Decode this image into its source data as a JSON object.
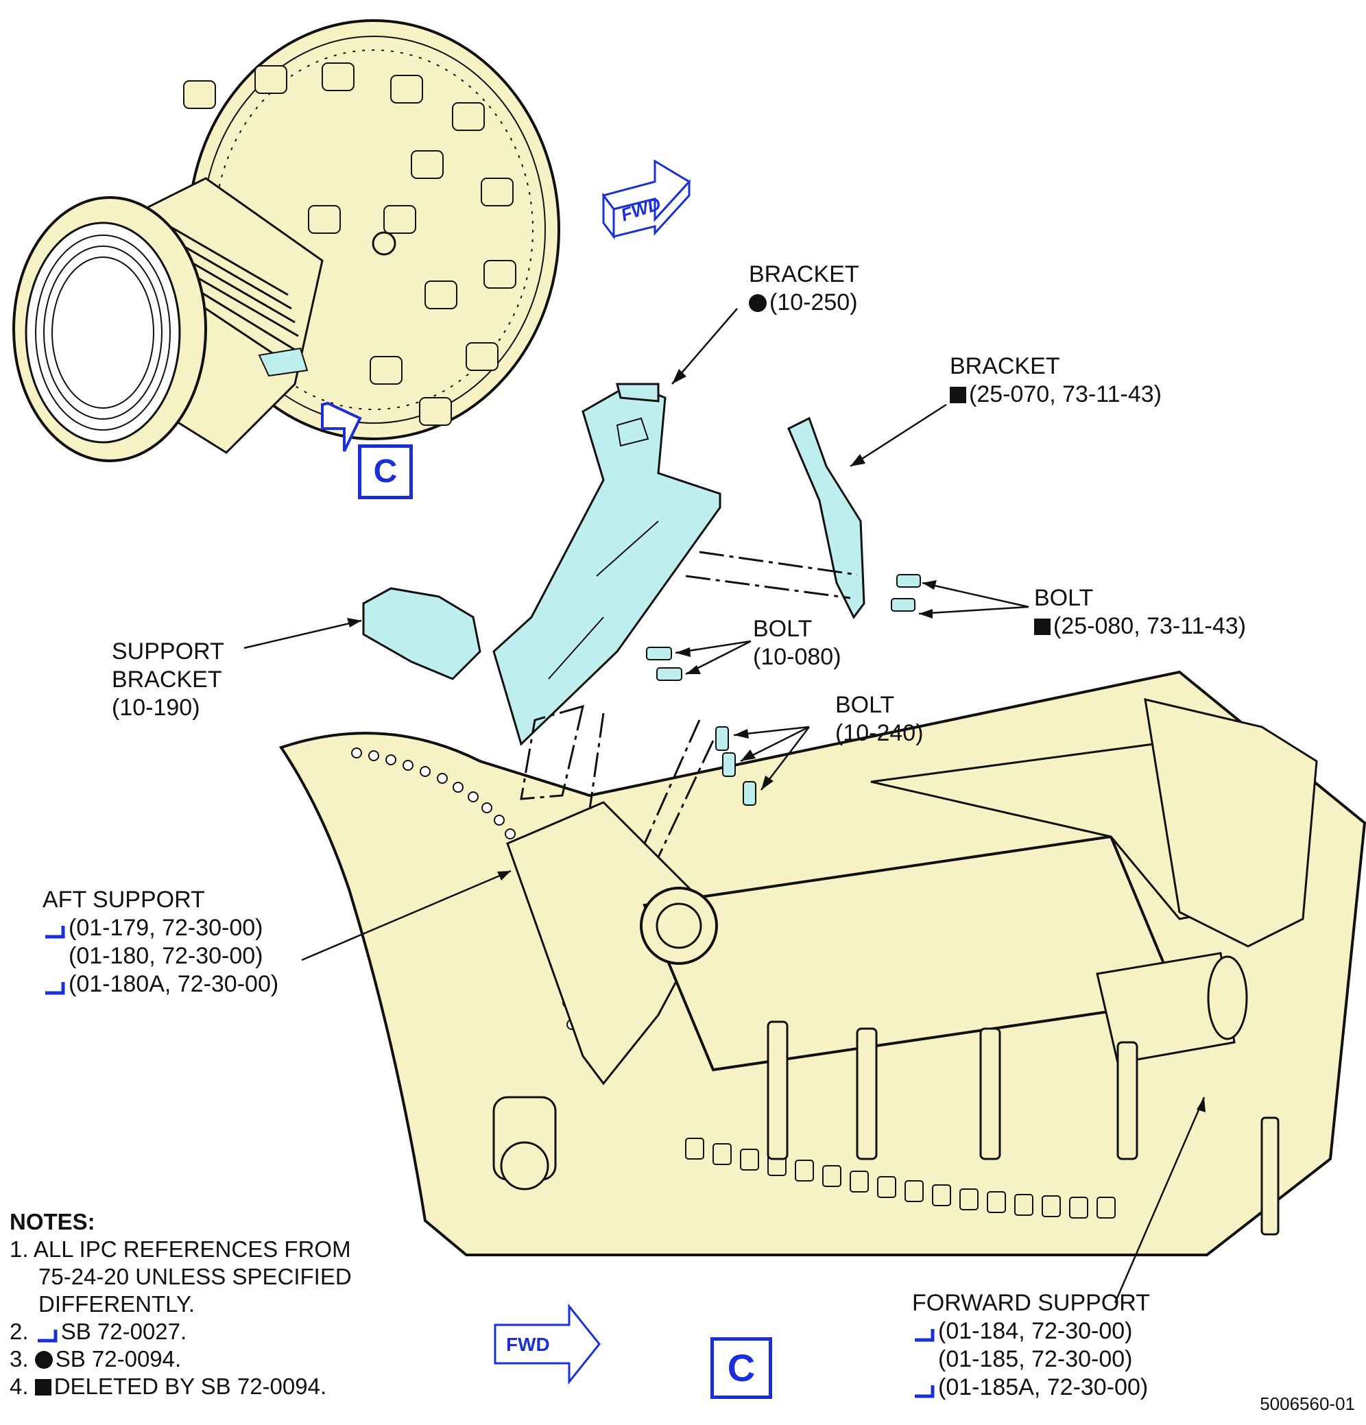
{
  "colors": {
    "engine_fill": "#f7f2c6",
    "part_fill": "#bfeeee",
    "marker_blue": "#1a2fd6",
    "line": "#111111"
  },
  "top_fwd_arrow": {
    "text": "FWD"
  },
  "bottom_fwd_arrow": {
    "text": "FWD"
  },
  "detail_callout_top": {
    "text": "C"
  },
  "detail_callout_bottom": {
    "text": "C"
  },
  "labels": {
    "bracket_1": {
      "line1": "BRACKET",
      "line2": "(10-250)",
      "symbol": "circle"
    },
    "bracket_2": {
      "line1": "BRACKET",
      "line2": "(25-070, 73-11-43)",
      "symbol": "square"
    },
    "bolt_1": {
      "line1": "BOLT",
      "line2": "(25-080, 73-11-43)",
      "symbol": "square"
    },
    "bolt_2": {
      "line1": "BOLT",
      "line2": "(10-080)"
    },
    "bolt_3": {
      "line1": "BOLT",
      "line2": "(10-240)"
    },
    "support_bracket": {
      "line1": "SUPPORT",
      "line2": "BRACKET",
      "line3": "(10-190)"
    },
    "aft_support": {
      "line1": "AFT SUPPORT",
      "line2": "(01-179, 72-30-00)",
      "line3": "(01-180, 72-30-00)",
      "line4": "(01-180A, 72-30-00)"
    },
    "forward_support": {
      "line1": "FORWARD SUPPORT",
      "line2": "(01-184, 72-30-00)",
      "line3": "(01-185, 72-30-00)",
      "line4": "(01-185A, 72-30-00)"
    }
  },
  "notes": {
    "title": "NOTES:",
    "n1_a": "1. ALL IPC REFERENCES FROM",
    "n1_b": "75-24-20 UNLESS SPECIFIED",
    "n1_c": "DIFFERENTLY.",
    "n2": "2.",
    "n2_text": "SB 72-0027.",
    "n3": "3.",
    "n3_text": "SB 72-0094.",
    "n4": "4.",
    "n4_text": "DELETED BY SB 72-0094."
  },
  "figure_id": "5006560-01"
}
